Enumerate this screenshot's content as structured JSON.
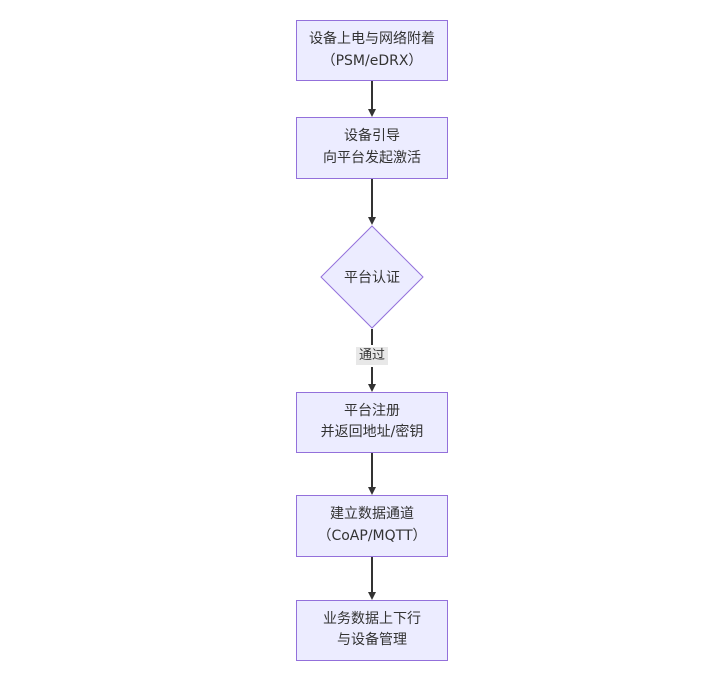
{
  "diagram": {
    "type": "flowchart",
    "direction": "top-down",
    "colors": {
      "node_fill": "#ececff",
      "node_border": "#9370db",
      "node_text": "#333333",
      "arrow_line": "#333333",
      "edge_label_bg": "#e8e8e8"
    },
    "nodes": [
      {
        "id": "n1",
        "shape": "rect",
        "lines": [
          "设备上电与网络附着",
          "（PSM/eDRX）"
        ]
      },
      {
        "id": "n2",
        "shape": "rect",
        "lines": [
          "设备引导",
          "向平台发起激活"
        ]
      },
      {
        "id": "n3",
        "shape": "diamond",
        "lines": [
          "平台认证"
        ]
      },
      {
        "id": "n4",
        "shape": "rect",
        "lines": [
          "平台注册",
          "并返回地址/密钥"
        ]
      },
      {
        "id": "n5",
        "shape": "rect",
        "lines": [
          "建立数据通道",
          "（CoAP/MQTT）"
        ]
      },
      {
        "id": "n6",
        "shape": "rect",
        "lines": [
          "业务数据上下行",
          "与设备管理"
        ]
      }
    ],
    "edges": [
      {
        "from": "n1",
        "to": "n2",
        "label": ""
      },
      {
        "from": "n2",
        "to": "n3",
        "label": ""
      },
      {
        "from": "n3",
        "to": "n4",
        "label": "通过"
      },
      {
        "from": "n4",
        "to": "n5",
        "label": ""
      },
      {
        "from": "n5",
        "to": "n6",
        "label": ""
      }
    ]
  }
}
